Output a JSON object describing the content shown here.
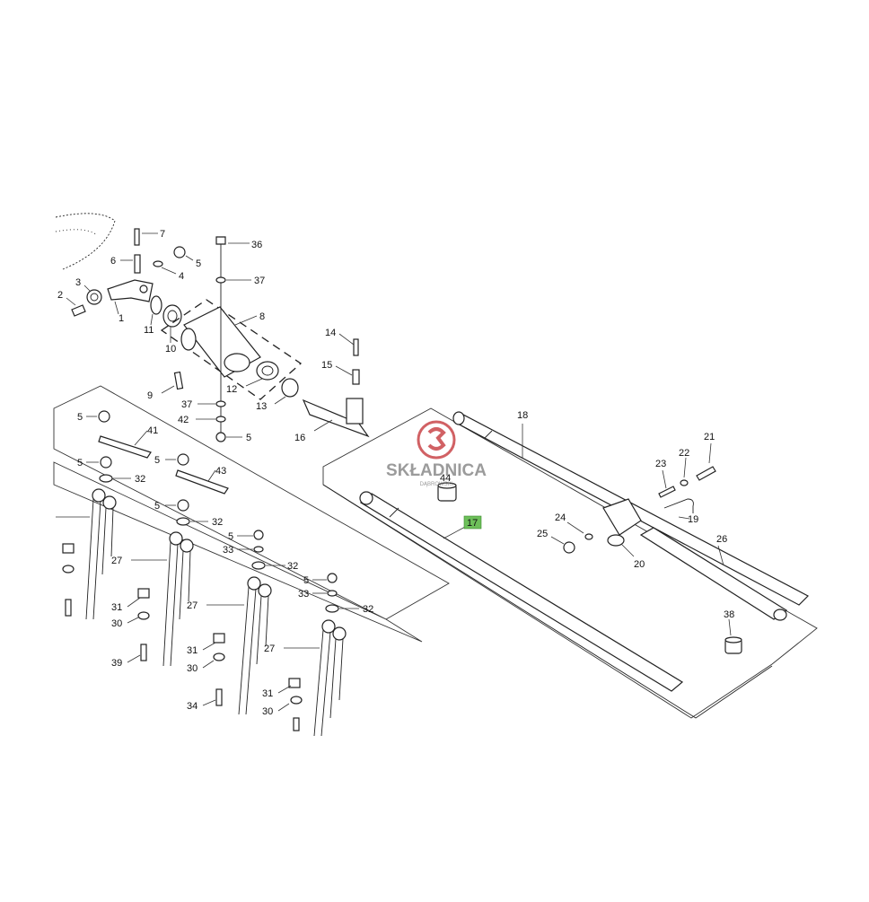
{
  "labels": {
    "p1": "1",
    "p2": "2",
    "p3": "3",
    "p4": "4",
    "p5a": "5",
    "p6": "6",
    "p7": "7",
    "p8": "8",
    "p9": "9",
    "p10": "10",
    "p11": "11",
    "p12": "12",
    "p13": "13",
    "p14": "14",
    "p15": "15",
    "p16": "16",
    "p17": "17",
    "p18": "18",
    "p19": "19",
    "p20": "20",
    "p21": "21",
    "p22": "22",
    "p23": "23",
    "p24": "24",
    "p25": "25",
    "p26": "26",
    "p27a": "27",
    "p27b": "27",
    "p27c": "27",
    "p30a": "30",
    "p30b": "30",
    "p30c": "30",
    "p31a": "31",
    "p31b": "31",
    "p31c": "31",
    "p32a": "32",
    "p32b": "32",
    "p32c": "32",
    "p32d": "32",
    "p33a": "33",
    "p33b": "33",
    "p34": "34",
    "p36": "36",
    "p37a": "37",
    "p37b": "37",
    "p38": "38",
    "p39": "39",
    "p41": "41",
    "p42": "42",
    "p43": "43",
    "p44": "44",
    "p5b": "5",
    "p5c": "5",
    "p5d": "5",
    "p5e": "5",
    "p5f": "5",
    "p5g": "5",
    "p5h": "5"
  },
  "watermark": {
    "brand": "SKŁADNICA",
    "sub": "DĄBROWSKI"
  },
  "highlight": {
    "part": "17",
    "color": "#6dbf5a"
  }
}
